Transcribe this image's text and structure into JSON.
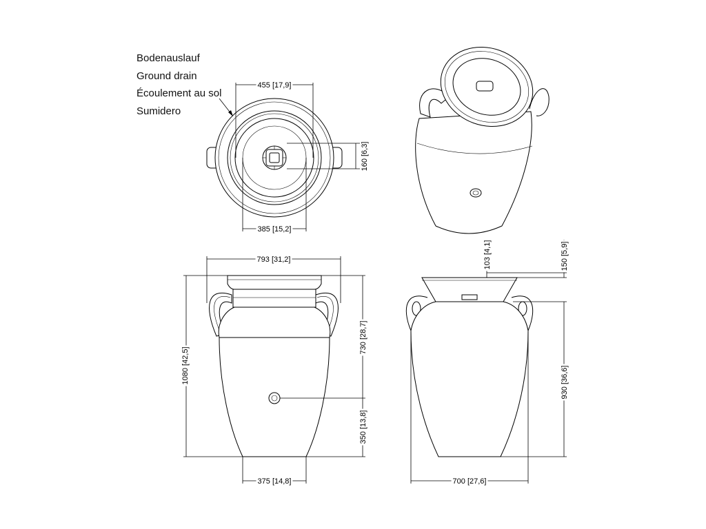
{
  "legend": {
    "de": "Bodenauslauf",
    "en": "Ground drain",
    "fr": "Écoulement au sol",
    "es": "Sumidero"
  },
  "dimensions": {
    "top_outer": "455 [17,9]",
    "top_inner": "385 [15,2]",
    "top_offset": "160 [6,3]",
    "front_width": "793 [31,2]",
    "front_height": "1080 [42,5]",
    "front_body": "730 [28,7]",
    "front_outlet": "350 [13,8]",
    "front_base": "375 [14,8]",
    "side_top_depth": "103 [4,1]",
    "side_rim": "150 [5,9]",
    "side_height": "930 [36,6]",
    "side_width": "700 [27,6]"
  }
}
